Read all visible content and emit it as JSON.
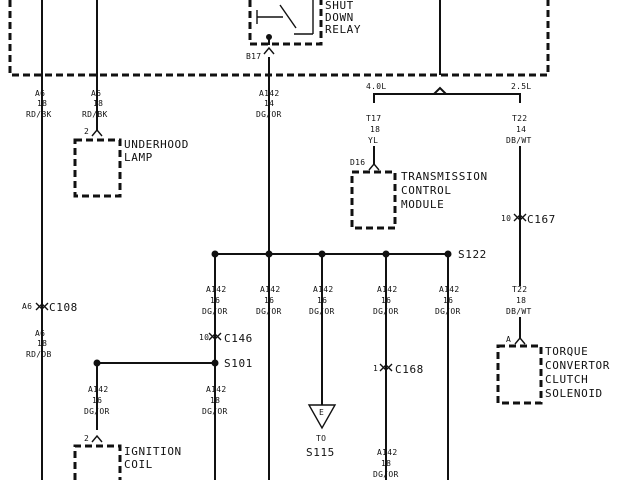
{
  "relay": {
    "label_lines": [
      "SHUT",
      "DOWN",
      "RELAY"
    ],
    "pin": "B17"
  },
  "branch": {
    "left": "4.0L",
    "right": "2.5L"
  },
  "wires": {
    "a6_top": [
      "A6",
      "18",
      "RD/BK"
    ],
    "a6_mid": [
      "A6",
      "18",
      "RD/BK"
    ],
    "a6_low": [
      "A6",
      "18",
      "RD/DB"
    ],
    "a142_main": [
      "A142",
      "14",
      "DG/OR"
    ],
    "t17": [
      "T17",
      "18",
      "YL"
    ],
    "t22_top": [
      "T22",
      "14",
      "DB/WT"
    ],
    "t22_low": [
      "T22",
      "18",
      "DB/WT"
    ],
    "s122_1": [
      "A142",
      "16",
      "DG/OR"
    ],
    "s122_2": [
      "A142",
      "16",
      "DG/OR"
    ],
    "s122_3": [
      "A142",
      "16",
      "DG/OR"
    ],
    "s122_4": [
      "A142",
      "16",
      "DG/OR"
    ],
    "s122_5": [
      "A142",
      "16",
      "DG/OR"
    ],
    "s101_left": [
      "A142",
      "16",
      "DG/OR"
    ],
    "s101_right": [
      "A142",
      "18",
      "DG/OR"
    ],
    "c168_below": [
      "A142",
      "18",
      "DG/OR"
    ]
  },
  "connectors": {
    "c108": {
      "name": "C108",
      "pin": "A6"
    },
    "c146": {
      "name": "C146",
      "pin": "10"
    },
    "c167": {
      "name": "C167",
      "pin": "10"
    },
    "c168": {
      "name": "C168",
      "pin": "1"
    }
  },
  "splices": {
    "s122": "S122",
    "s101": "S101"
  },
  "components": {
    "underhood_lamp": {
      "lines": [
        "UNDERHOOD",
        "LAMP"
      ],
      "pin": "2"
    },
    "tcm": {
      "lines": [
        "TRANSMISSION",
        "CONTROL",
        "MODULE"
      ],
      "pin": "D16"
    },
    "tcc_solenoid": {
      "lines": [
        "TORQUE",
        "CONVERTOR",
        "CLUTCH",
        "SOLENOID"
      ],
      "pin": "A"
    },
    "ignition_coil": {
      "lines": [
        "IGNITION",
        "COIL"
      ],
      "pin": "2"
    }
  },
  "offpage": {
    "letter": "E",
    "to": "TO",
    "dest": "S115"
  }
}
